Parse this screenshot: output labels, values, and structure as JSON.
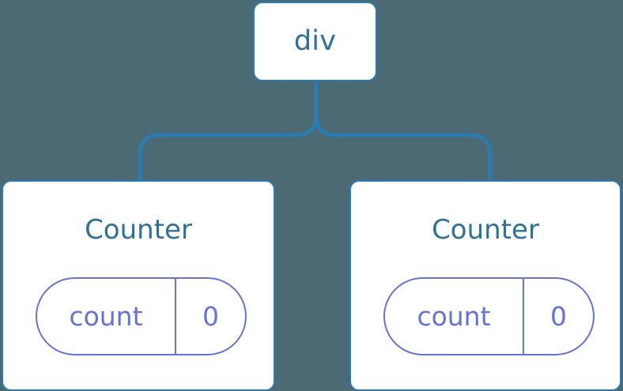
{
  "diagram": {
    "type": "component-tree",
    "background_color": "#4c6a74",
    "node_border_color": "#2b7ab0",
    "connector_color": "#2b7ab0",
    "root": {
      "label": "div",
      "text_color": "#2d6f9e"
    },
    "children": [
      {
        "title": "Counter",
        "title_color": "#2d7199",
        "state": {
          "key": "count",
          "value": "0",
          "accent_color": "#6573d6"
        }
      },
      {
        "title": "Counter",
        "title_color": "#2d7199",
        "state": {
          "key": "count",
          "value": "0",
          "accent_color": "#6573d6"
        }
      }
    ]
  }
}
